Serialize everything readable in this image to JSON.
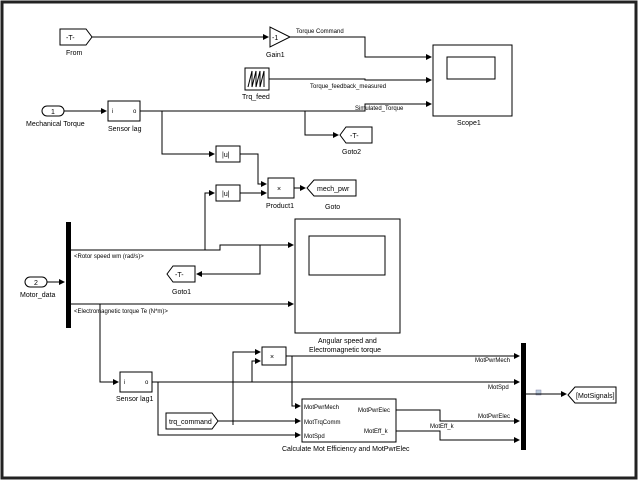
{
  "blocks": {
    "from": {
      "label": "-T-",
      "caption": "From"
    },
    "gain1": {
      "label": "-1",
      "caption": "Gain1"
    },
    "trq_feed": {
      "caption": "Trq_feed"
    },
    "scope1": {
      "caption": "Scope1"
    },
    "mech_torque": {
      "number": "1",
      "caption": "Mechanical Torque"
    },
    "sensor_lag": {
      "in": "i",
      "out": "o",
      "caption": "Sensor lag"
    },
    "goto2": {
      "label": "-T-",
      "caption": "Goto2"
    },
    "abs1": {
      "label": "|u|"
    },
    "abs2": {
      "label": "|u|"
    },
    "product1": {
      "label": "×",
      "caption": "Product1"
    },
    "goto": {
      "label": "mech_pwr",
      "caption": "Goto"
    },
    "motor_data": {
      "number": "2",
      "caption": "Motor_data"
    },
    "goto1": {
      "label": "-T-",
      "caption": "Goto1"
    },
    "scope_angular": {
      "caption_line1": "Angular speed and",
      "caption_line2": "Electromagnetic torque"
    },
    "sensor_lag1": {
      "in": "i",
      "out": "o",
      "caption": "Sensor lag1"
    },
    "product2": {
      "label": "×"
    },
    "trq_command": {
      "label": "trq_command"
    },
    "calc": {
      "caption": "Calculate Mot Efficiency and MotPwrElec",
      "in1": "MotPwrMech",
      "in2": "MotTrqComm",
      "in3": "MotSpd",
      "out1": "MotPwrElec",
      "out2": "MotEff_k"
    },
    "mot_signals": {
      "label": "[MotSignals]"
    }
  },
  "signals": {
    "torque_command": "Torque Command",
    "torque_feedback": "Torque_feedback_measured",
    "simulated_torque": "Simulated_Torque",
    "rotor_speed": "<Rotor speed wm (rad/s)>",
    "em_torque": "<Electromagnetic torque Te (N*m)>",
    "mot_pwr_mech": "MotPwrMech",
    "mot_spd": "MotSpd",
    "mot_pwr_elec": "MotPwrElec",
    "mot_eff_k": "MotEff_k"
  }
}
